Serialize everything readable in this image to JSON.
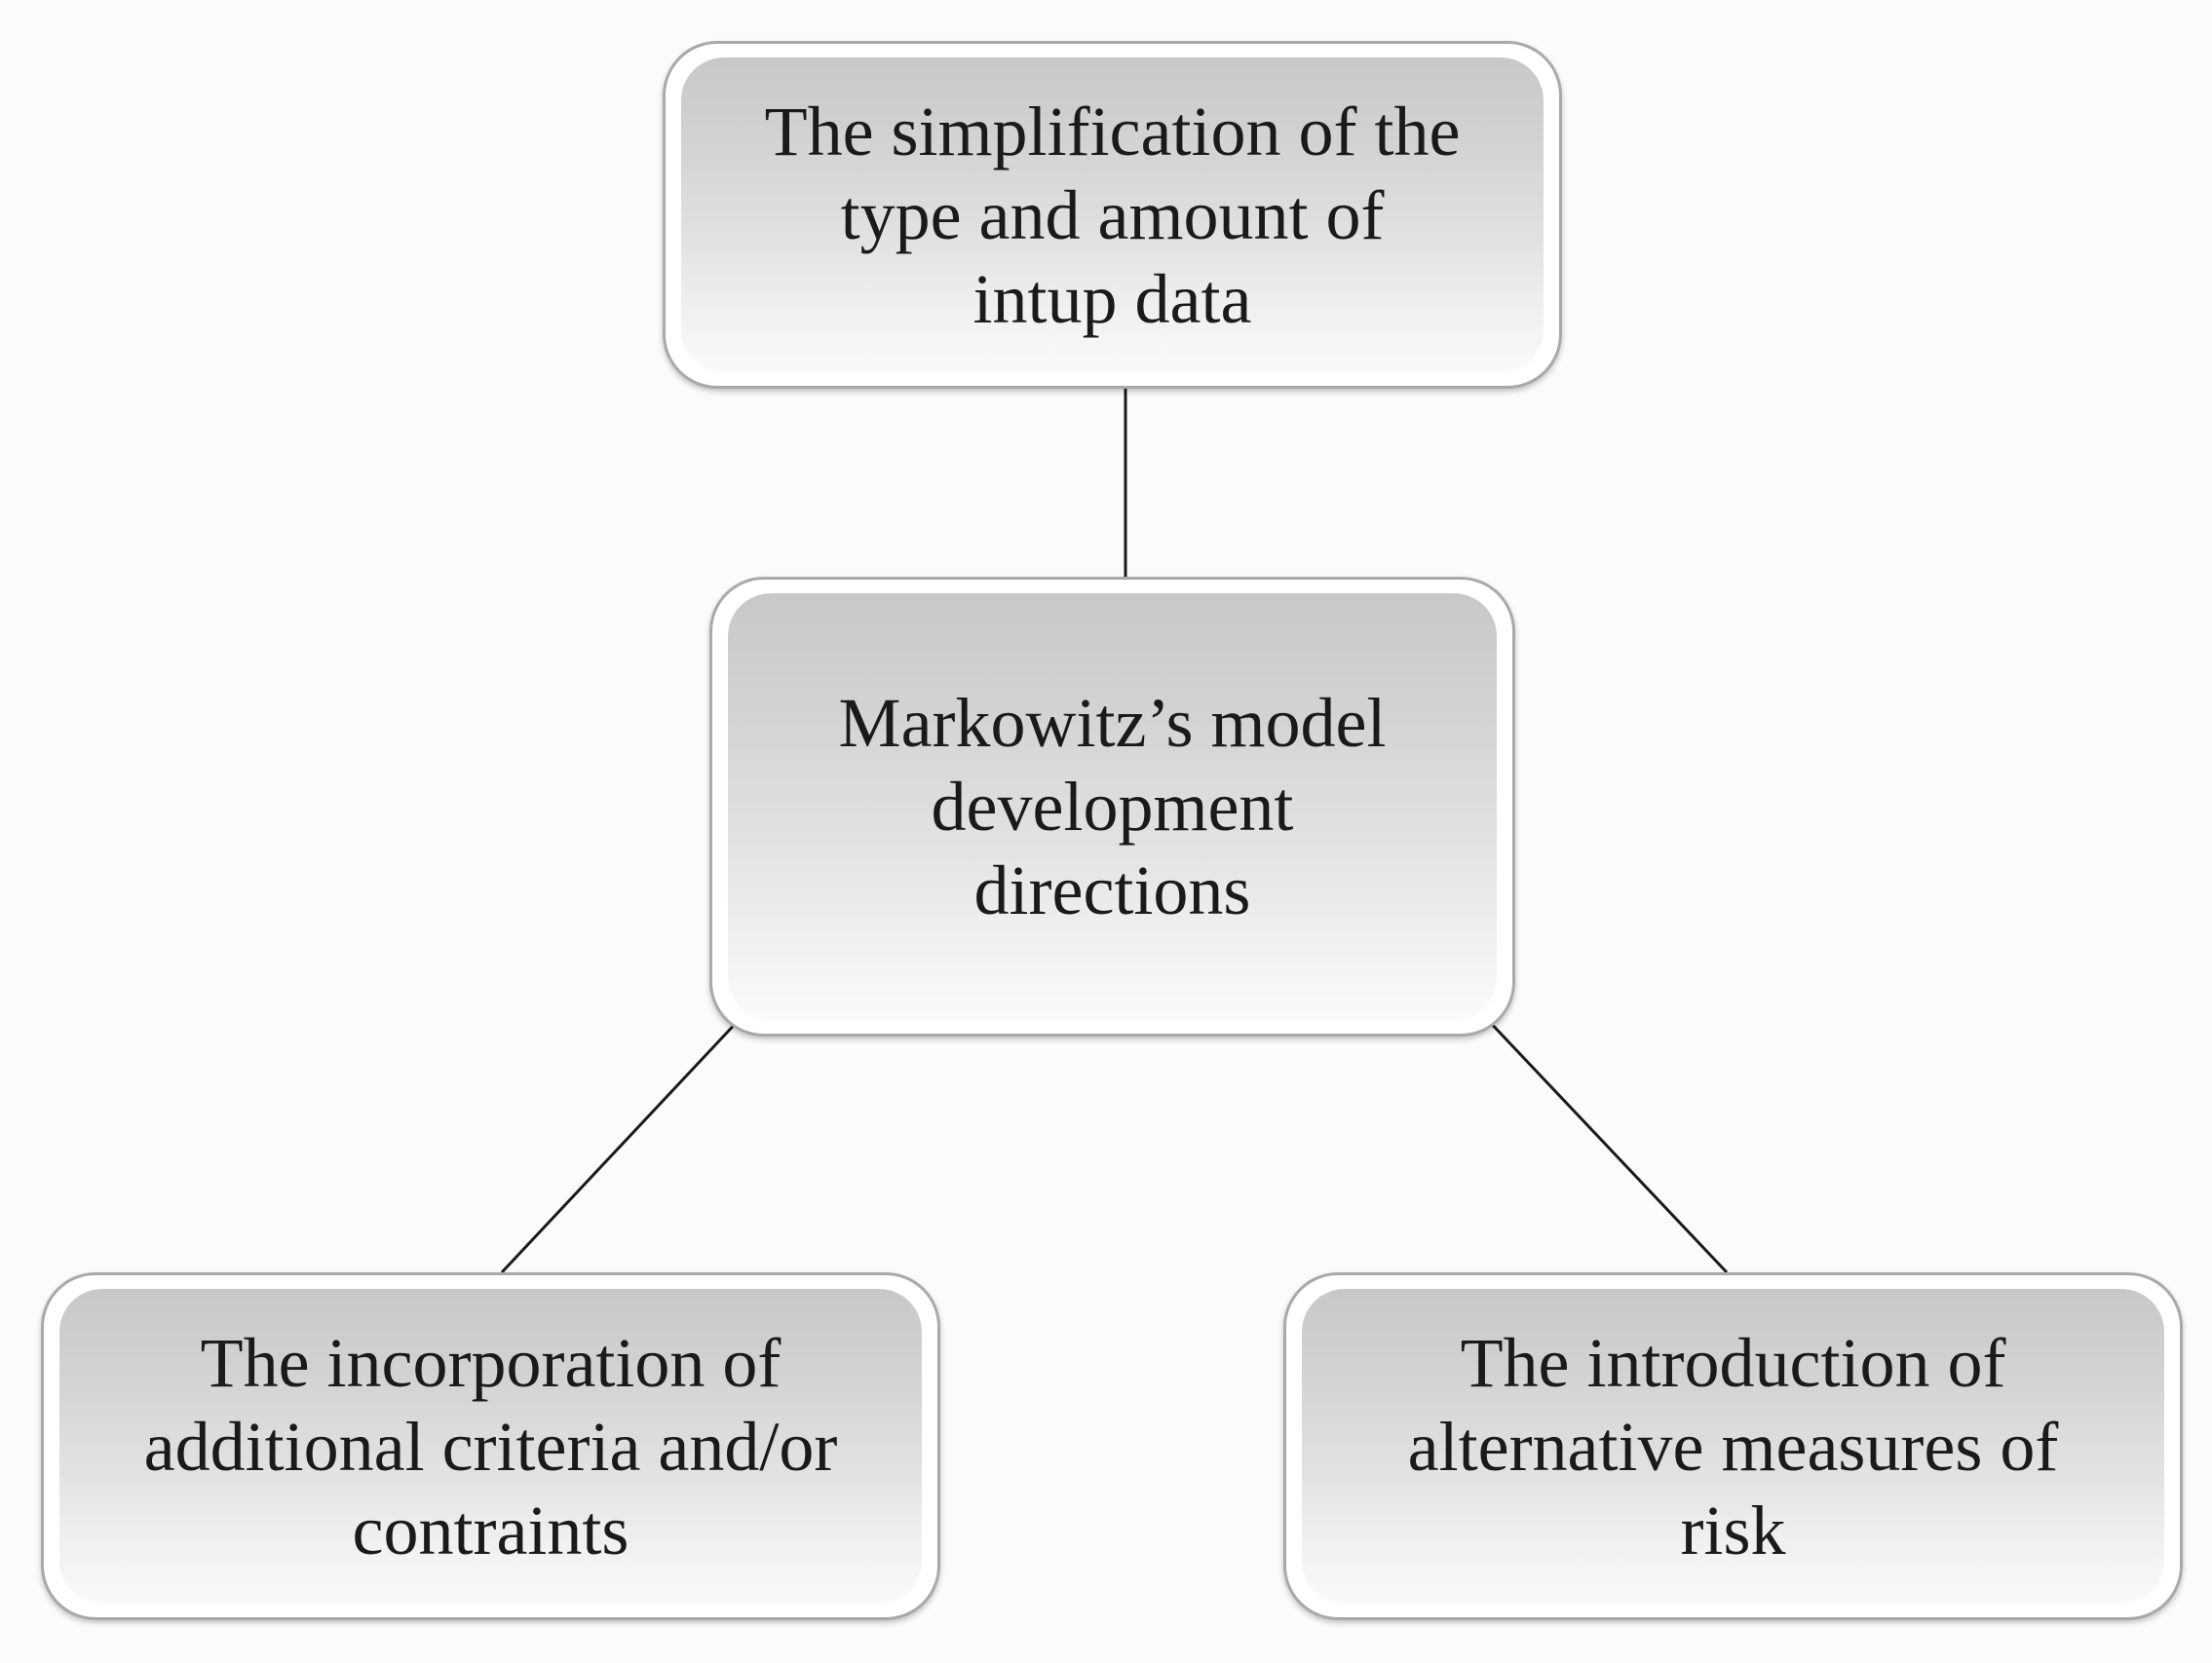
{
  "diagram": {
    "nodes": {
      "top": {
        "text": "The simplification of the\ntype and amount of\nintup data"
      },
      "center": {
        "text": "Markowitz’s model\ndevelopment\ndirections"
      },
      "left": {
        "text": "The incorporation of\nadditional criteria and/or\ncontraints"
      },
      "right": {
        "text": "The introduction of\nalternative measures of\nrisk"
      }
    },
    "edges": [
      {
        "from": "center",
        "to": "top"
      },
      {
        "from": "center",
        "to": "left"
      },
      {
        "from": "center",
        "to": "right"
      }
    ],
    "colors": {
      "line": "#1a1a1a",
      "background": "#fbfbfb",
      "node_gradient_top": "#c8c8c8",
      "node_gradient_bottom": "#fafafa"
    }
  }
}
